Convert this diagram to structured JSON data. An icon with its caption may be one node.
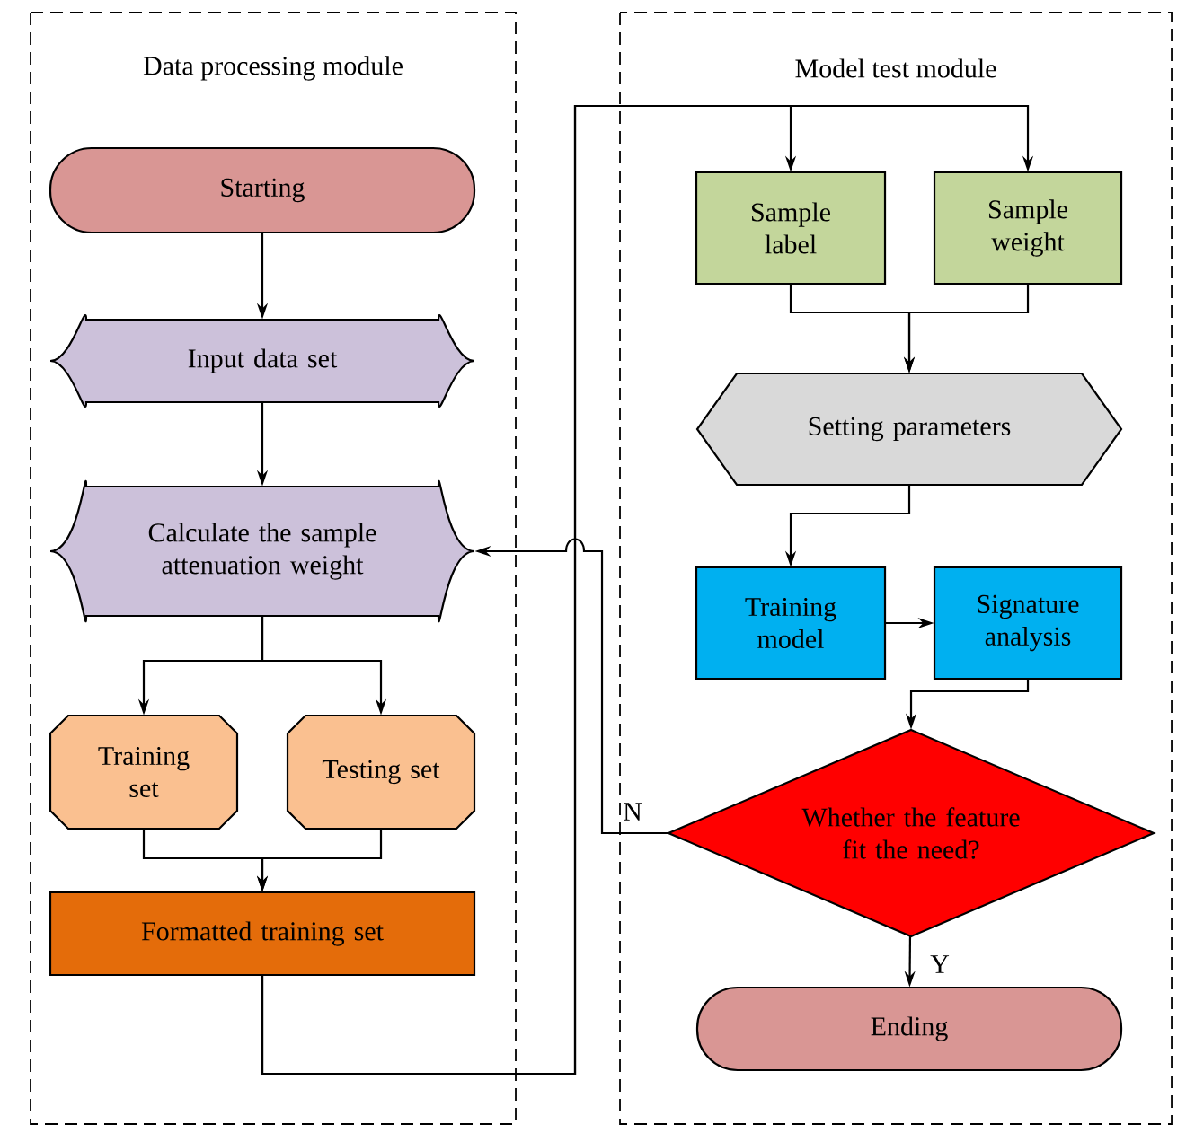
{
  "diagram": {
    "nodes": [
      {
        "text": [
          "Data processing module"
        ]
      },
      {
        "text": [
          "Model test module"
        ]
      },
      {
        "text": [
          "Starting"
        ],
        "in": 0
      },
      {
        "text": [
          "Input data set"
        ],
        "in": 0
      },
      {
        "text": [
          "Calculate the sample attenuation weight"
        ],
        "in": 0
      },
      {
        "text": [
          "Training set"
        ],
        "in": 0
      },
      {
        "text": [
          "Testing set"
        ],
        "in": 0
      },
      {
        "text": [
          "Formatted training set"
        ],
        "in": 0
      },
      {
        "text": [
          "Sample label"
        ],
        "in": 1
      },
      {
        "text": [
          "Sample weight"
        ],
        "in": 1
      },
      {
        "text": [
          "Setting parameters"
        ],
        "in": 1
      },
      {
        "text": [
          "Training model"
        ],
        "in": 1
      },
      {
        "text": [
          "Signature analysis"
        ],
        "in": 1
      },
      {
        "text": [
          "Whether the feature fit the need?"
        ],
        "in": 1
      },
      {
        "text": [
          "Ending"
        ],
        "in": 1
      }
    ],
    "edges": [
      {
        "from": 2,
        "to": 3,
        "arrow": "to"
      },
      {
        "from": 3,
        "to": 4,
        "arrow": "to"
      },
      {
        "from": 4,
        "to": 5,
        "arrow": "to"
      },
      {
        "from": 4,
        "to": 6,
        "arrow": "to"
      },
      {
        "from": 5,
        "to": 7,
        "arrow": "to"
      },
      {
        "from": 6,
        "to": 7,
        "arrow": "to"
      },
      {
        "from": 7,
        "to": 8,
        "arrow": "to"
      },
      {
        "from": 7,
        "to": 9,
        "arrow": "to"
      },
      {
        "from": 8,
        "to": 10,
        "arrow": "to"
      },
      {
        "from": 9,
        "to": 10,
        "arrow": "to"
      },
      {
        "from": 10,
        "to": 11,
        "arrow": "to"
      },
      {
        "from": 11,
        "to": 12,
        "arrow": "to"
      },
      {
        "from": 12,
        "to": 13,
        "arrow": "to"
      },
      {
        "from": 13,
        "to": 4,
        "arrow": "to",
        "label": "N"
      },
      {
        "from": 13,
        "to": 14,
        "arrow": "to",
        "label": "Y"
      }
    ]
  }
}
